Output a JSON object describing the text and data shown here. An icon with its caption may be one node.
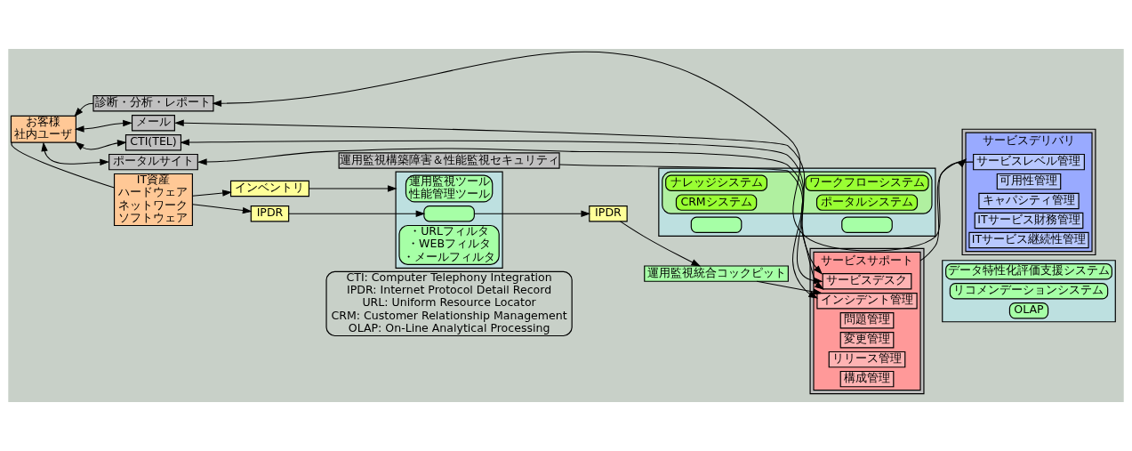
{
  "diagram": {
    "nodes": [
      {
        "text": [
          "お客様",
          "社内ユーザ"
        ]
      },
      {
        "text": [
          "診断・分析・レポート"
        ]
      },
      {
        "text": [
          "メール"
        ]
      },
      {
        "text": [
          "CTI(TEL)"
        ]
      },
      {
        "text": [
          "ポータルサイト"
        ]
      },
      {
        "text": [
          "IT資産",
          "ハードウェア",
          "ネットワーク",
          "ソフトウェア"
        ]
      },
      {
        "text": [
          "インベントリ"
        ]
      },
      {
        "text": [
          "IPDR"
        ]
      },
      {
        "text": [
          "運用監視構築障害＆性能監視セキュリティ"
        ]
      },
      {
        "text": [],
        "shape": "box"
      },
      {
        "text": [
          "運用監視ツール",
          "性能管理ツール"
        ],
        "in": 9
      },
      {
        "text": [],
        "shape": "box",
        "in": 9
      },
      {
        "text": [
          "・URLフィルタ",
          "・WEBフィルタ",
          "・メールフィルタ"
        ],
        "in": 9
      },
      {
        "text": [
          "IPDR"
        ]
      },
      {
        "text": [
          "運用監視統合コックピット"
        ]
      },
      {
        "text": [],
        "shape": "box"
      },
      {
        "text": [
          "サービスサポート"
        ],
        "in": 15
      },
      {
        "text": [
          "サービスデスク"
        ],
        "in": 16
      },
      {
        "text": [
          "インシデント管理"
        ],
        "in": 16
      },
      {
        "text": [
          "問題管理"
        ],
        "in": 16
      },
      {
        "text": [
          "変更管理"
        ],
        "in": 16
      },
      {
        "text": [
          "リリース管理"
        ],
        "in": 16
      },
      {
        "text": [
          "構成管理"
        ],
        "in": 16
      },
      {
        "text": [],
        "shape": "box"
      },
      {
        "text": [],
        "shape": "box",
        "in": 23
      },
      {
        "text": [],
        "shape": "box",
        "in": 23
      },
      {
        "text": [],
        "shape": "box",
        "in": 23
      },
      {
        "text": [
          "ナレッジシステム"
        ],
        "in": 26
      },
      {
        "text": [
          "ワークフローシステム"
        ],
        "in": 26
      },
      {
        "text": [
          "CRMシステム"
        ],
        "in": 26
      },
      {
        "text": [
          "ポータルシステム"
        ],
        "in": 26
      },
      {
        "text": [],
        "shape": "box"
      },
      {
        "text": [
          "サービスデリバリ"
        ],
        "in": 31
      },
      {
        "text": [
          "サービスレベル管理"
        ],
        "in": 32
      },
      {
        "text": [
          "可用性管理"
        ],
        "in": 32
      },
      {
        "text": [
          "キャパシティ管理"
        ],
        "in": 32
      },
      {
        "text": [
          "ITサービス財務管理"
        ],
        "in": 32
      },
      {
        "text": [
          "ITサービス継続性管理"
        ],
        "in": 32
      },
      {
        "text": [],
        "shape": "box"
      },
      {
        "text": [
          "データ特性化評価支援システム"
        ],
        "in": 38
      },
      {
        "text": [
          "リコメンデーションシステム"
        ],
        "in": 38
      },
      {
        "text": [
          "OLAP"
        ],
        "in": 38
      },
      {
        "text": [
          "CTI: Computer Telephony Integration",
          "IPDR: Internet Protocol Detail Record",
          "URL: Uniform Resource Locator",
          "CRM: Customer Relationship Management",
          "OLAP: On-Line Analytical Processing"
        ]
      }
    ],
    "edges": [
      {
        "from": 1,
        "to": 0,
        "arrow": "to"
      },
      {
        "from": 0,
        "to": 2,
        "arrow": "both"
      },
      {
        "from": 0,
        "to": 3,
        "arrow": "both"
      },
      {
        "from": 0,
        "to": 4,
        "arrow": "both"
      },
      {
        "from": 0,
        "to": 5,
        "arrow": "none"
      },
      {
        "from": 33,
        "to": 1,
        "arrow": "to"
      },
      {
        "from": 17,
        "to": 2,
        "arrow": "both"
      },
      {
        "from": 17,
        "to": 3,
        "arrow": "both"
      },
      {
        "from": 17,
        "to": 4,
        "arrow": "both"
      },
      {
        "from": 5,
        "to": 6,
        "arrow": "to"
      },
      {
        "from": 6,
        "to": 9,
        "arrow": "to"
      },
      {
        "from": 5,
        "to": 7,
        "arrow": "to"
      },
      {
        "from": 7,
        "to": 11,
        "arrow": "to"
      },
      {
        "from": 11,
        "to": 13,
        "arrow": "to"
      },
      {
        "from": 13,
        "to": 14,
        "arrow": "to"
      },
      {
        "from": 14,
        "to": 18,
        "arrow": "to"
      },
      {
        "from": 8,
        "to": 18,
        "arrow": "to"
      },
      {
        "from": 16,
        "to": 32,
        "arrow": "to"
      }
    ]
  }
}
